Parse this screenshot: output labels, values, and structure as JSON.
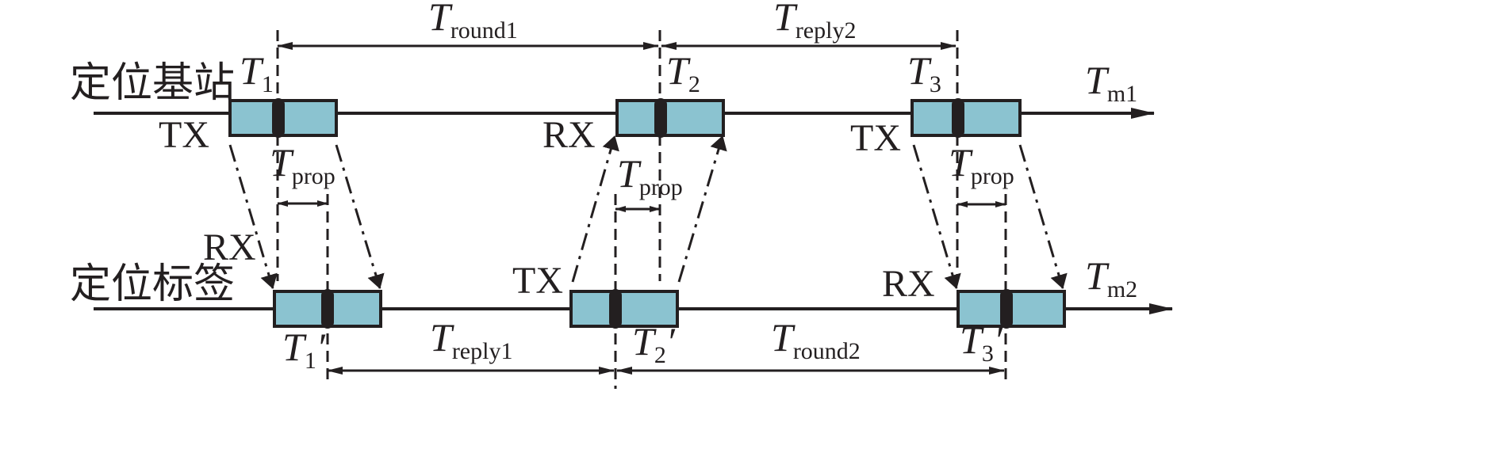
{
  "rows": {
    "anchor_label": "定位基站",
    "tag_label": "定位标签"
  },
  "side_labels": {
    "anchor_tx1": "TX",
    "anchor_rx": "RX",
    "anchor_tx2": "TX",
    "tag_rx1": "RX",
    "tag_tx": "TX",
    "tag_rx2": "RX"
  },
  "timestamps": {
    "t1": {
      "main": "T",
      "sub": "1",
      "prime": ""
    },
    "t2": {
      "main": "T",
      "sub": "2",
      "prime": ""
    },
    "t3": {
      "main": "T",
      "sub": "3",
      "prime": ""
    },
    "t1p": {
      "main": "T",
      "sub": "1",
      "prime": "′"
    },
    "t2p": {
      "main": "T",
      "sub": "2",
      "prime": "′"
    },
    "t3p": {
      "main": "T",
      "sub": "3",
      "prime": "′"
    }
  },
  "axis_ends": {
    "m1": {
      "main": "T",
      "sub": "m1"
    },
    "m2": {
      "main": "T",
      "sub": "m2"
    }
  },
  "intervals": {
    "round1": {
      "main": "T",
      "sub": "round1"
    },
    "reply2": {
      "main": "T",
      "sub": "reply2"
    },
    "reply1": {
      "main": "T",
      "sub": "reply1"
    },
    "round2": {
      "main": "T",
      "sub": "round2"
    }
  },
  "propagation": {
    "p1": {
      "main": "T",
      "sub": "prop"
    },
    "p2": {
      "main": "T",
      "sub": "prop"
    },
    "p3": {
      "main": "T",
      "sub": "prop"
    }
  },
  "colors": {
    "packet_fill": "#8bc3d0",
    "line": "#231f20"
  }
}
